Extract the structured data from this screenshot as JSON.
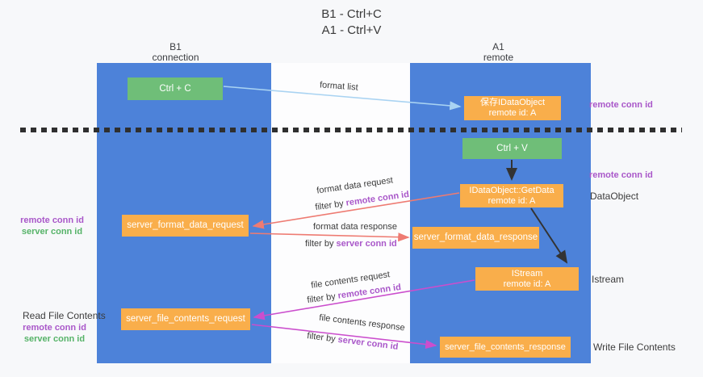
{
  "title": {
    "line1": "B1 - Ctrl+C",
    "line2": "A1 - Ctrl+V"
  },
  "lanes": {
    "left": {
      "name": "B1",
      "type": "connection"
    },
    "right": {
      "name": "A1",
      "type": "remote"
    }
  },
  "boxes": {
    "ctrl_c": {
      "label": "Ctrl + C"
    },
    "ctrl_v": {
      "label": "Ctrl + V"
    },
    "save_dataobject": {
      "line1": "保存IDataObject",
      "line2": "remote id: A"
    },
    "getdata": {
      "line1": "IDataObject::GetData",
      "line2": "remote id: A"
    },
    "istream": {
      "line1": "IStream",
      "line2": "remote id: A"
    },
    "server_format_data_request": {
      "label": "server_format_data_request"
    },
    "server_format_data_response": {
      "label": "server_format_data_response"
    },
    "server_file_contents_request": {
      "label": "server_file_contents_request"
    },
    "server_file_contents_response": {
      "label": "server_file_contents_response"
    }
  },
  "flow_labels": {
    "format_list": "format list",
    "format_data_request": "format data request",
    "format_data_response": "format data response",
    "file_contents_request": "file contents request",
    "file_contents_response": "file contents response",
    "filter_by": "filter by",
    "remote_conn_id": "remote conn id",
    "server_conn_id": "server conn id"
  },
  "side_labels": {
    "right_remote_conn_id_top": "remote conn id",
    "right_remote_conn_id_mid": "remote conn id",
    "dataobject": "DataObject",
    "istream": "Istream",
    "write_file_contents": "Write File Contents",
    "read_file_contents": "Read File Contents",
    "left_remote_conn_id": "remote conn id",
    "left_server_conn_id": "server conn id"
  },
  "colors": {
    "lane_blue": "#4d82d9",
    "box_green": "#6fbe78",
    "box_orange": "#f9ae4b",
    "arrow_blue": "#a9d3f2",
    "arrow_black": "#333333",
    "arrow_salmon": "#ee7b72",
    "arrow_magenta": "#cb4ecd",
    "text_purple": "#a957c9",
    "text_green": "#56b368"
  }
}
